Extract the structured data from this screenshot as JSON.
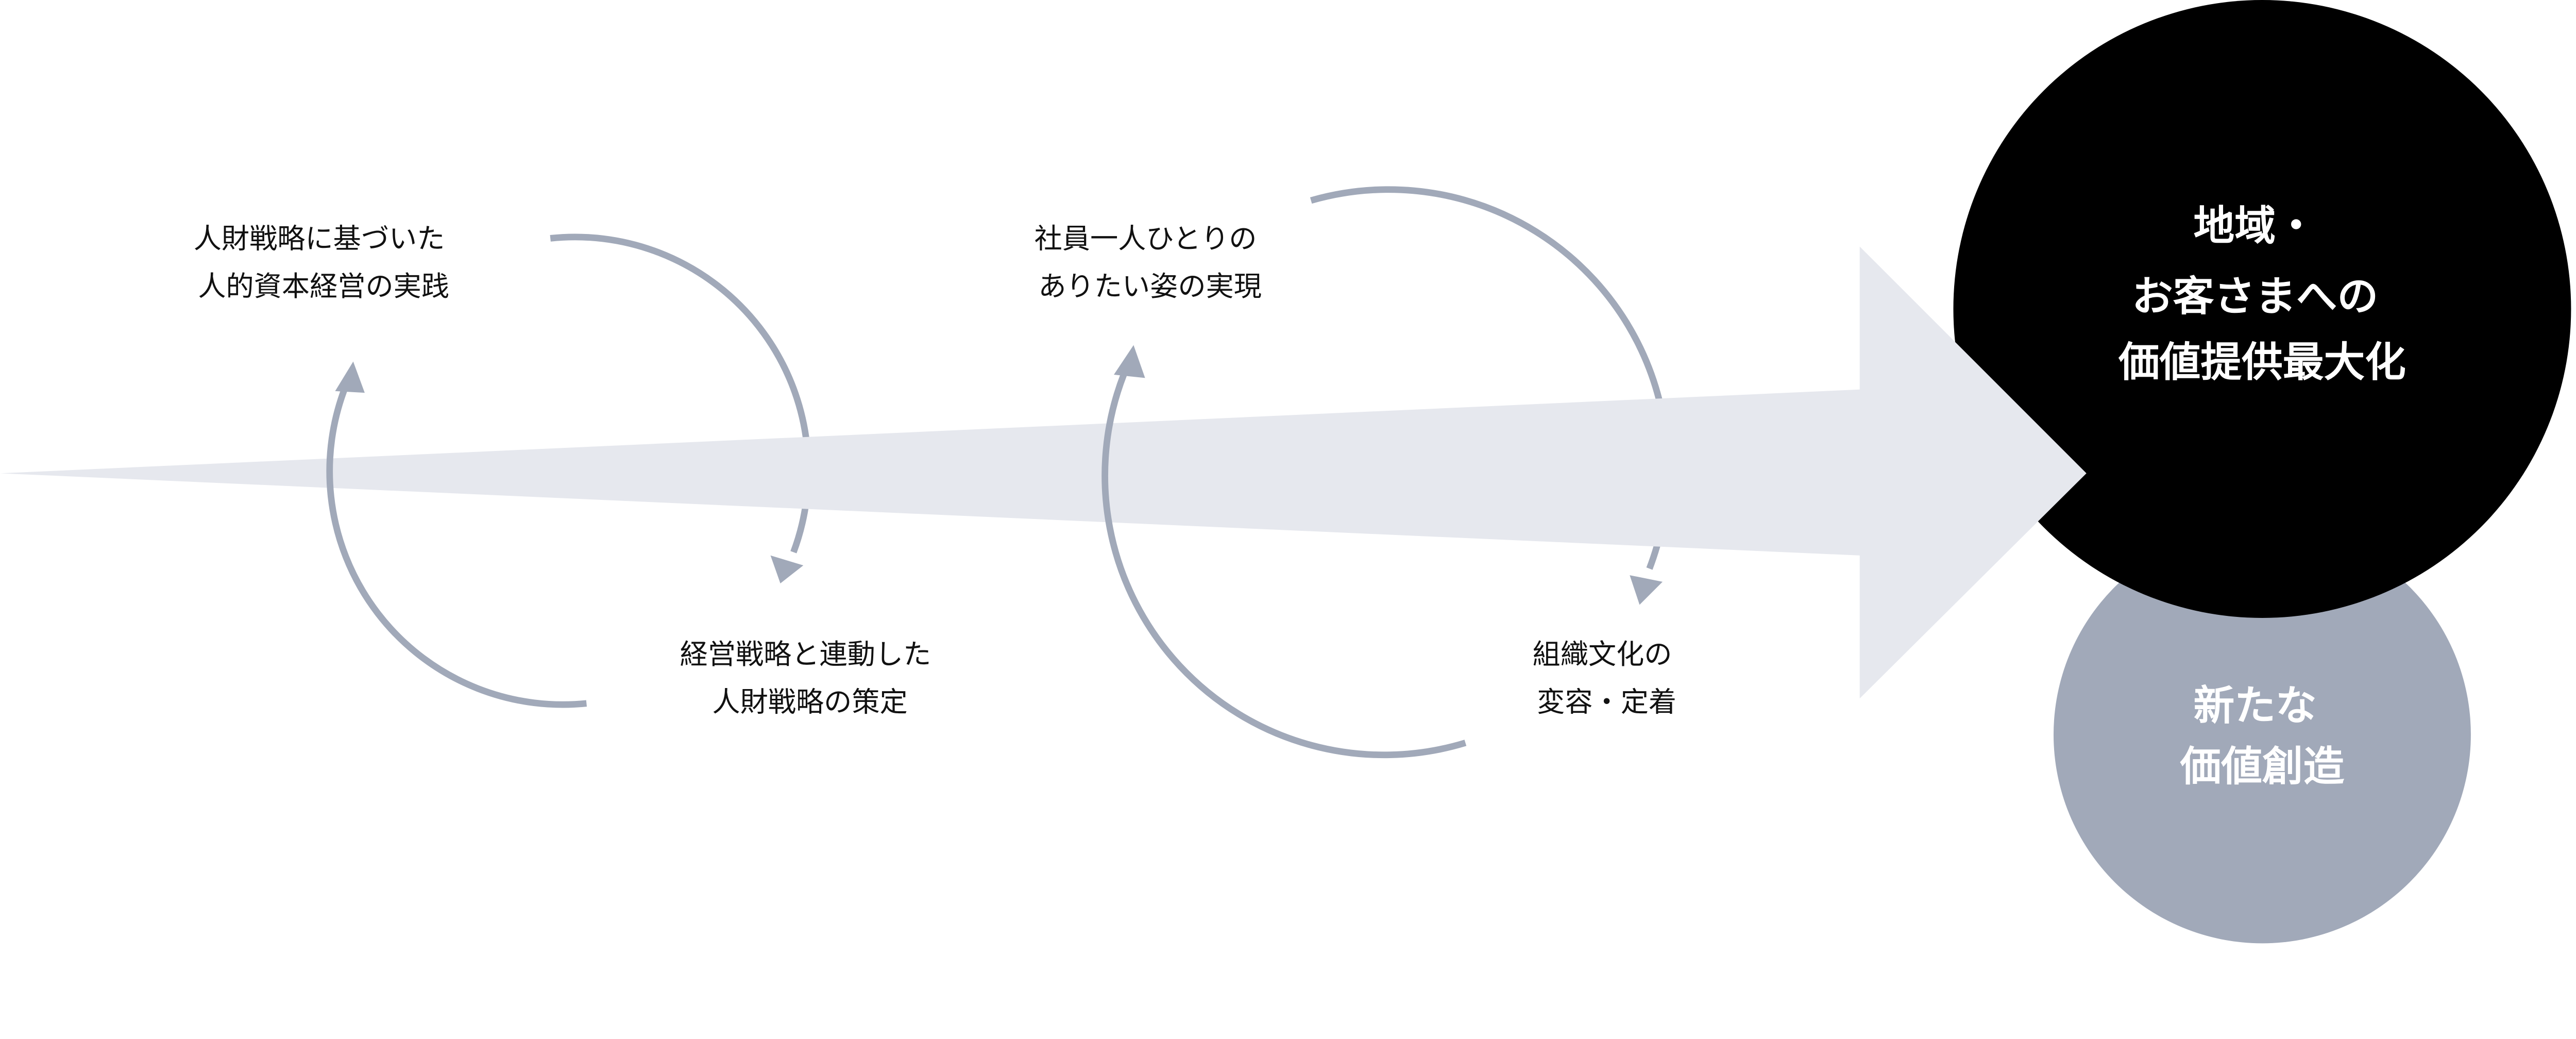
{
  "colors": {
    "arrow": "#e6e8ee",
    "loop": "#a1a9b9",
    "goal_circle": "#000000",
    "sub_circle": "#a1a9b9",
    "text_dark": "#111111",
    "text_light": "#ffffff"
  },
  "cycle1": {
    "top_label": [
      "人財戦略に基づいた",
      "人的資本経営の実践"
    ],
    "bottom_label": [
      "経営戦略と連動した",
      "人財戦略の策定"
    ]
  },
  "cycle2": {
    "top_label": [
      "社員一人ひとりの",
      "ありたい姿の実現"
    ],
    "bottom_label": [
      "組織文化の",
      "変容・定着"
    ]
  },
  "goal": {
    "lines": [
      "地域・",
      "お客さまへの",
      "価値提供最大化"
    ]
  },
  "sub_goal": {
    "lines": [
      "新たな",
      "価値創造"
    ]
  }
}
